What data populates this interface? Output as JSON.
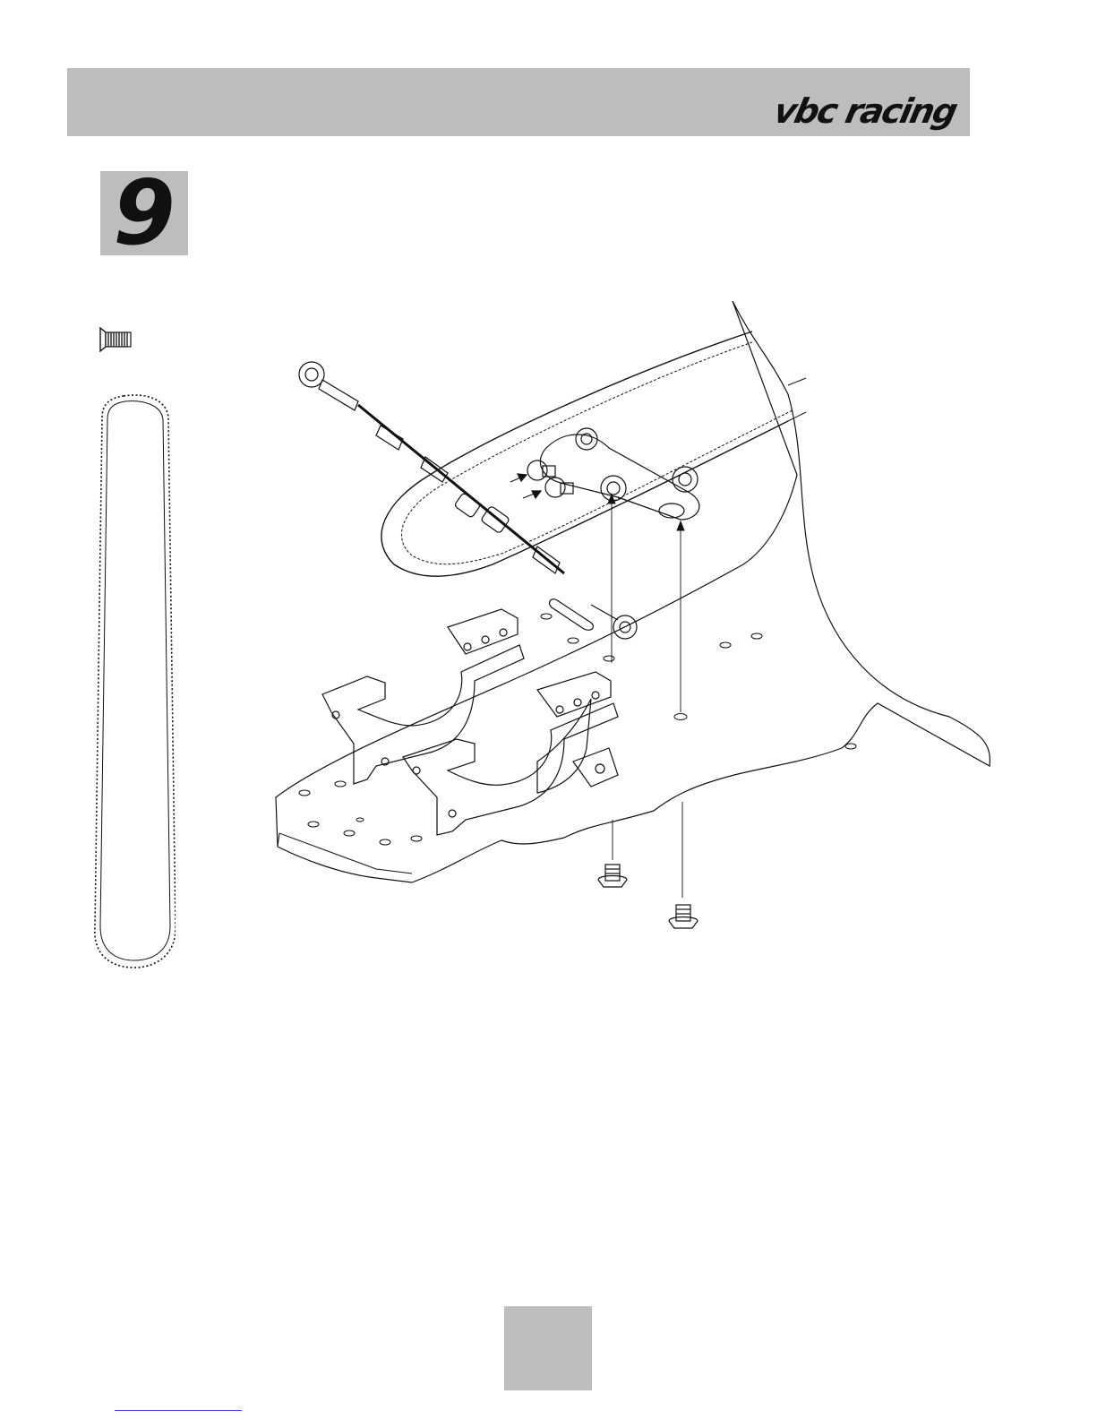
{
  "header": {
    "logo_text": "vbc racing",
    "background_color": "#bdbdbd"
  },
  "step": {
    "number": "9"
  },
  "parts": {
    "screw_icon": "countersunk-screw-icon",
    "belt_icon": "drive-belt-icon"
  },
  "diagram": {
    "icon": "chassis-assembly-exploded-view"
  },
  "footer": {
    "page_number": ""
  }
}
